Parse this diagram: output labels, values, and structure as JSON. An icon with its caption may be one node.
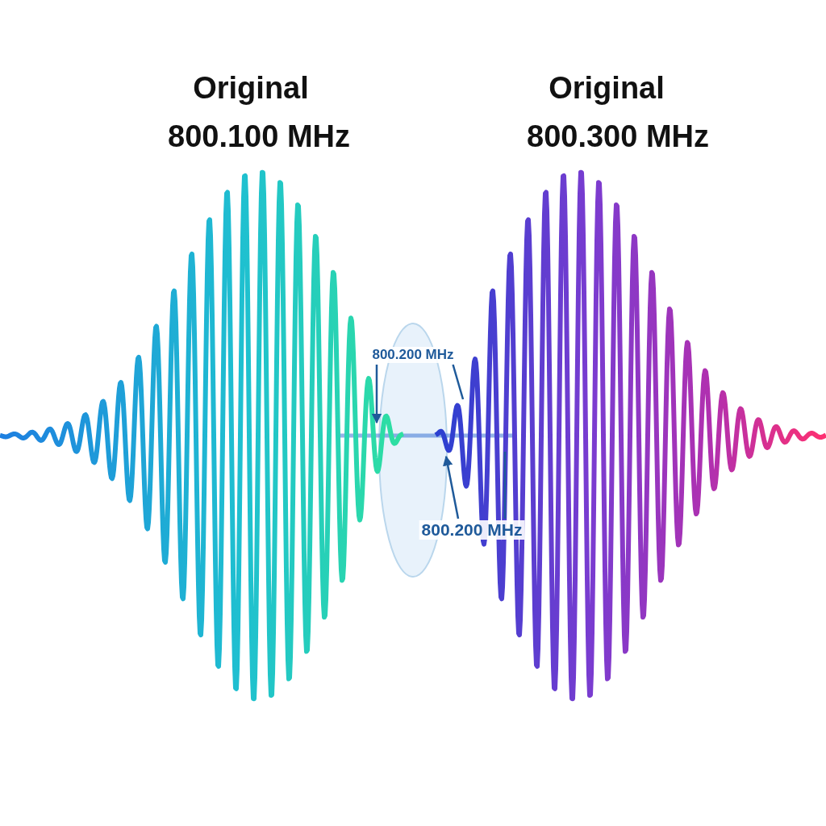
{
  "diagram": {
    "nodes": [
      {
        "text": [
          "800.200 MHz"
        ]
      },
      {
        "text": [
          "800.200 MHz"
        ]
      }
    ],
    "edges": [
      {
        "from": 0,
        "to": null,
        "arrow": "to"
      },
      {
        "from": 0,
        "to": null,
        "arrow": "none"
      },
      {
        "from": 1,
        "to": null,
        "arrow": "to"
      },
      {
        "from": 1,
        "to": null,
        "arrow": "none"
      }
    ],
    "labels": [
      "Original",
      "800.100 MHz",
      "Original",
      "800.300 MHz"
    ]
  }
}
